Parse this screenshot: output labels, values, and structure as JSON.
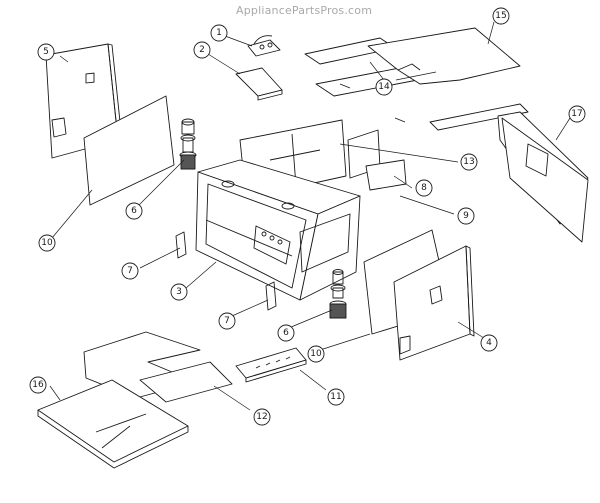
{
  "watermark": "AppliancePartsPros.com",
  "colors": {
    "ink": "#1a1a1a",
    "paper": "#ffffff",
    "watermark": "#a9a9a9",
    "shade": "#d8d8d8"
  },
  "callouts": [
    {
      "id": "c1",
      "label": "1"
    },
    {
      "id": "c2",
      "label": "2"
    },
    {
      "id": "c3",
      "label": "3"
    },
    {
      "id": "c4",
      "label": "4"
    },
    {
      "id": "c5",
      "label": "5"
    },
    {
      "id": "c6a",
      "label": "6"
    },
    {
      "id": "c6b",
      "label": "6"
    },
    {
      "id": "c7a",
      "label": "7"
    },
    {
      "id": "c7b",
      "label": "7"
    },
    {
      "id": "c8",
      "label": "8"
    },
    {
      "id": "c9",
      "label": "9"
    },
    {
      "id": "c10a",
      "label": "10"
    },
    {
      "id": "c10b",
      "label": "10"
    },
    {
      "id": "c11",
      "label": "11"
    },
    {
      "id": "c12",
      "label": "12"
    },
    {
      "id": "c13",
      "label": "13"
    },
    {
      "id": "c14",
      "label": "14"
    },
    {
      "id": "c15",
      "label": "15"
    },
    {
      "id": "c16",
      "label": "16"
    },
    {
      "id": "c17",
      "label": "17"
    }
  ]
}
